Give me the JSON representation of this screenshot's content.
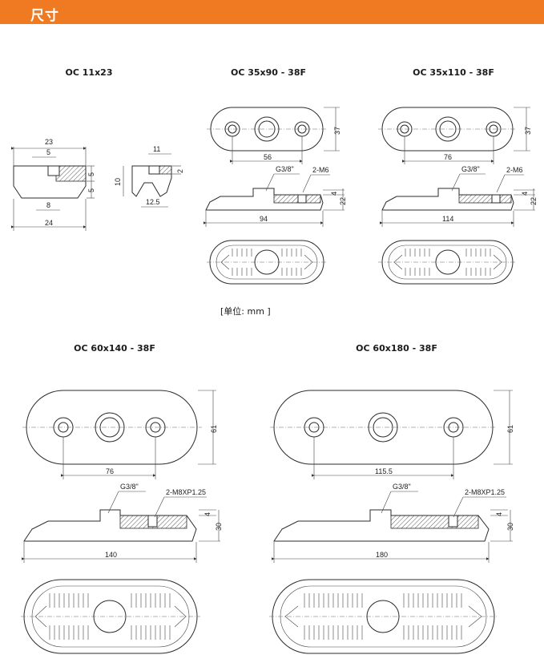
{
  "header": {
    "title": "尺寸",
    "color": "#f07a22"
  },
  "unit_note": "[单位: mm ]",
  "models": [
    {
      "name": "OC 11x23",
      "dims": [
        "23",
        "5",
        "5",
        "5",
        "8",
        "24",
        "11",
        "2",
        "10",
        "12.5"
      ]
    },
    {
      "name": "OC 35x90 - 38F",
      "dims": [
        "37",
        "56",
        "G3/8\"",
        "2-M6",
        "4",
        "22",
        "94"
      ]
    },
    {
      "name": "OC 35x110 - 38F",
      "dims": [
        "37",
        "76",
        "G3/8\"",
        "2-M6",
        "4",
        "22",
        "114"
      ]
    },
    {
      "name": "OC 60x140 - 38F",
      "dims": [
        "61",
        "76",
        "G3/8\"",
        "2-M8XP1.25",
        "4",
        "30",
        "140"
      ]
    },
    {
      "name": "OC 60x180 - 38F",
      "dims": [
        "61",
        "115.5",
        "G3/8\"",
        "2-M8XP1.25",
        "4",
        "30",
        "180"
      ]
    }
  ]
}
